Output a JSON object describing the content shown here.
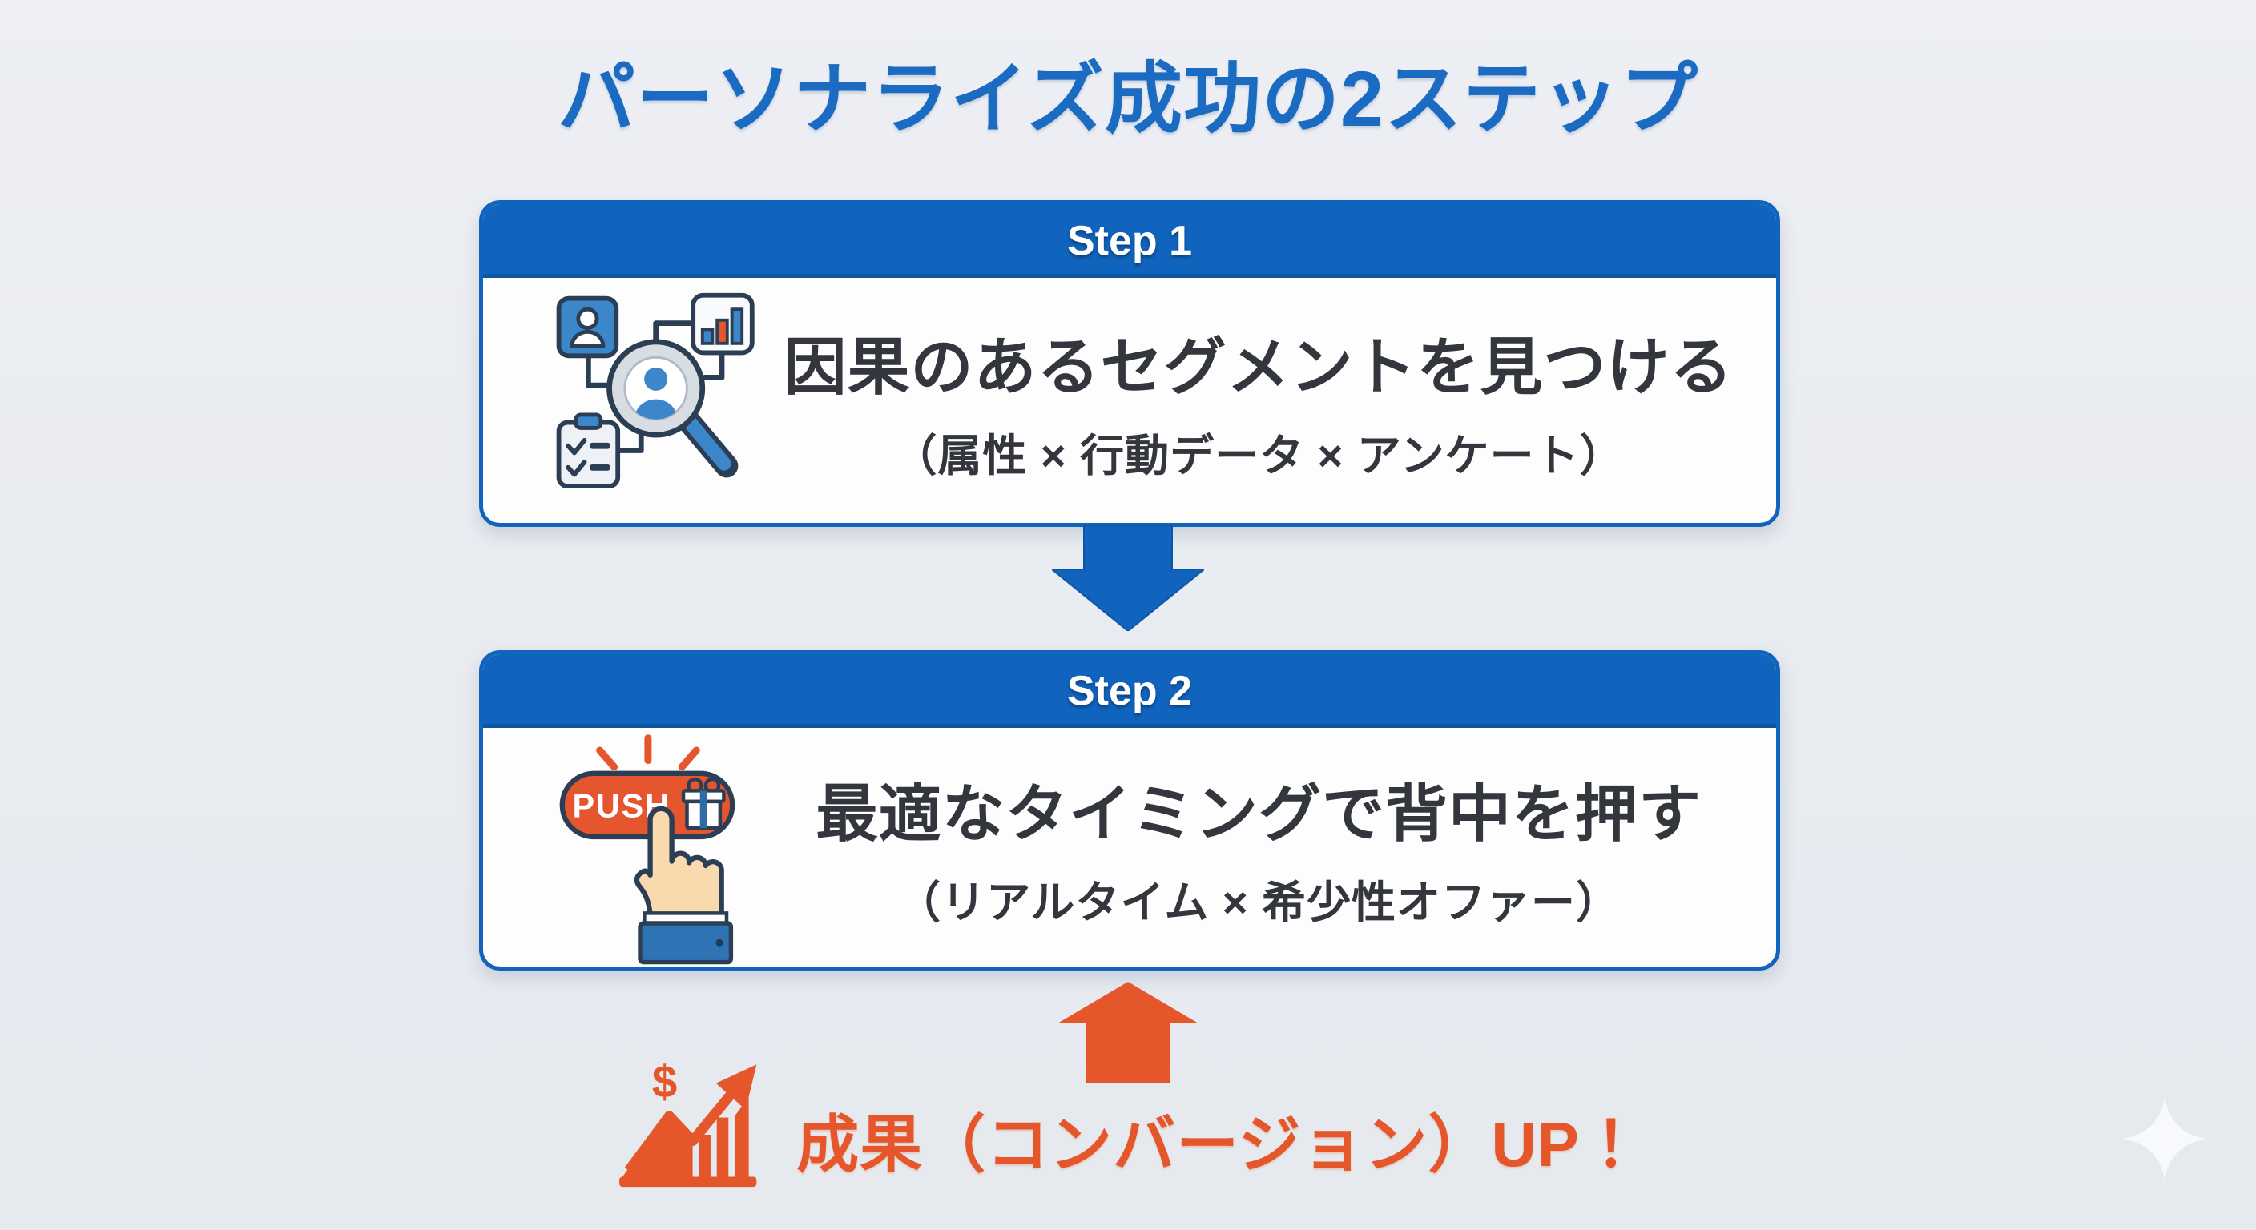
{
  "title": "パーソナライズ成功の2ステップ",
  "steps": [
    {
      "label": "Step 1",
      "heading": "因果のあるセグメントを見つける",
      "subheading": "（属性 × 行動データ × アンケート）",
      "icon": "segment-search-magnifier-icon"
    },
    {
      "label": "Step 2",
      "heading": "最適なタイミングで背中を押す",
      "subheading": "（リアルタイム × 希少性オファー）",
      "icon": "push-button-hand-icon",
      "button_label": "PUSH"
    }
  ],
  "result": {
    "text": "成果（コンバージョン）UP！",
    "currency_symbol": "$",
    "icon": "growth-chart-icon"
  },
  "flow": {
    "down_arrow": "arrow-down-icon",
    "up_arrow": "arrow-up-icon"
  },
  "decor": {
    "corner": "sparkle-icon"
  },
  "colors": {
    "primary_blue": "#1164be",
    "title_blue": "#1b6bc2",
    "accent_orange": "#e5562b",
    "text_dark": "#33373d",
    "background": "#e9ecf1",
    "outline_navy": "#2c3e54"
  }
}
